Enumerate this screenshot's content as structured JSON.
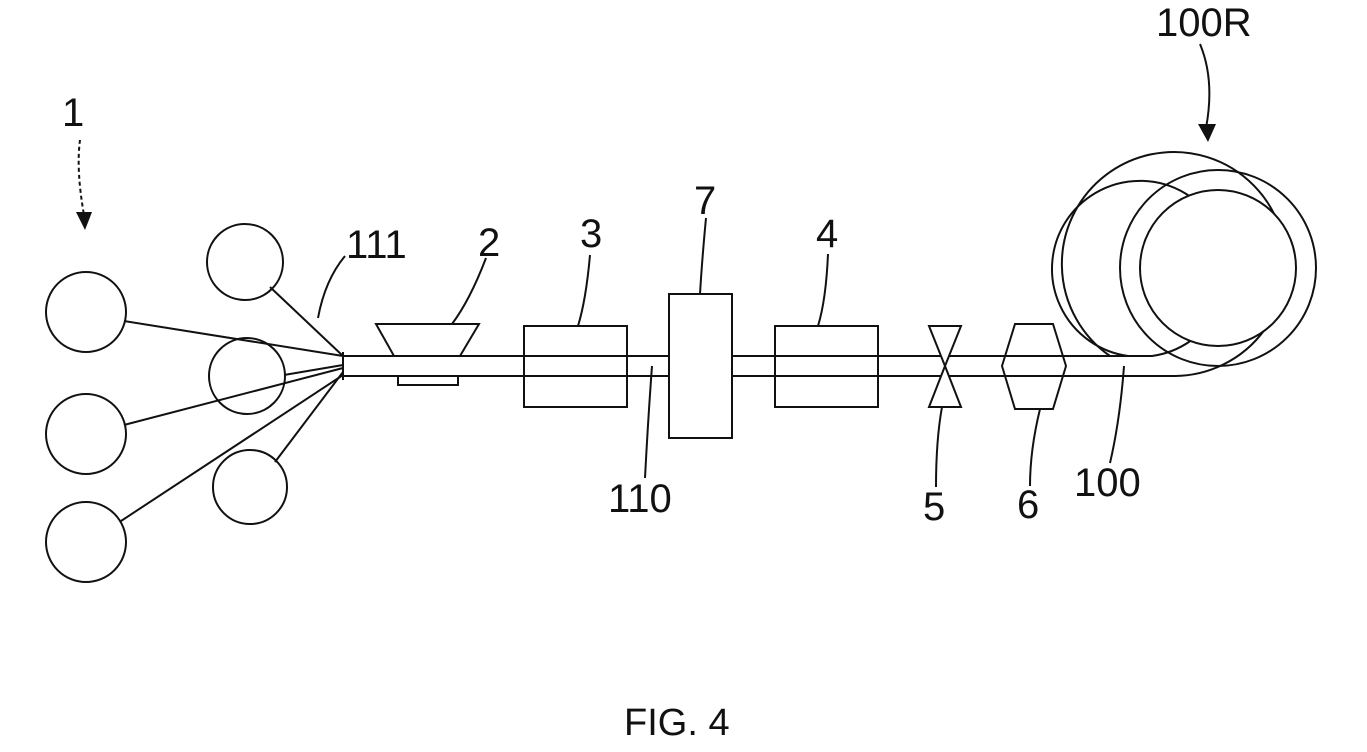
{
  "figure": {
    "caption": "FIG. 4",
    "labels": {
      "source": "1",
      "fibers": "111",
      "comp2": "2",
      "comp3": "3",
      "comp7": "7",
      "comp4": "4",
      "comp5": "5",
      "comp6": "6",
      "bundle": "110",
      "fiber": "100",
      "reel": "100R"
    },
    "colors": {
      "ink": "#111111",
      "background": "#ffffff"
    }
  }
}
